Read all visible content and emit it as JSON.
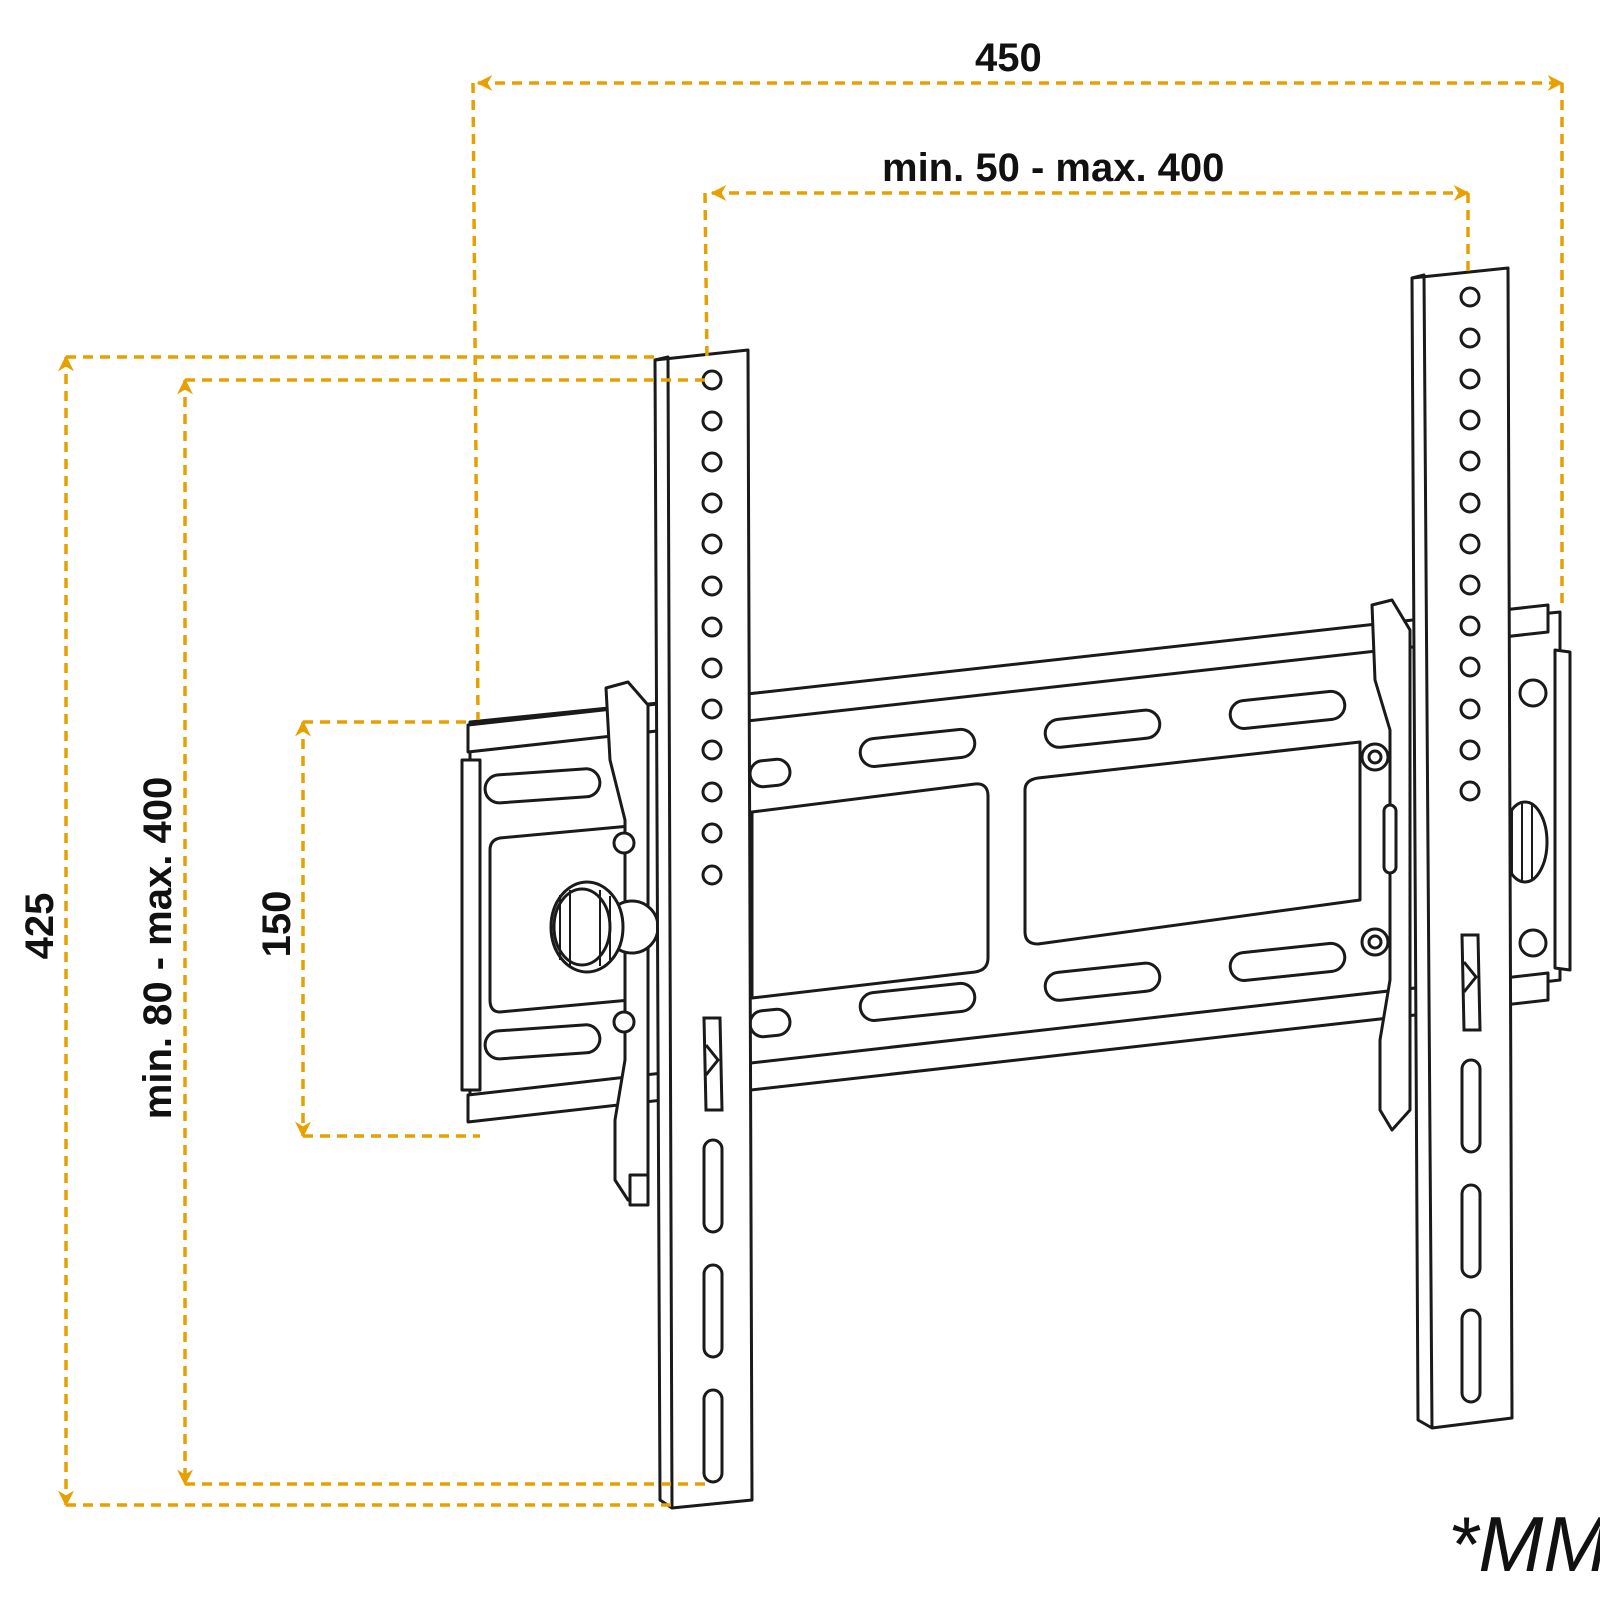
{
  "dimensions": {
    "overall_width": "450",
    "vesa_horizontal": "min. 50 - max. 400",
    "overall_height": "425",
    "vesa_vertical": "min. 80 - max. 400",
    "wall_plate_height": "150"
  },
  "unit": "*MM",
  "colors": {
    "dimension_line": "#e8a000",
    "drawing_line": "#1a1a1a",
    "background": "#ffffff"
  }
}
